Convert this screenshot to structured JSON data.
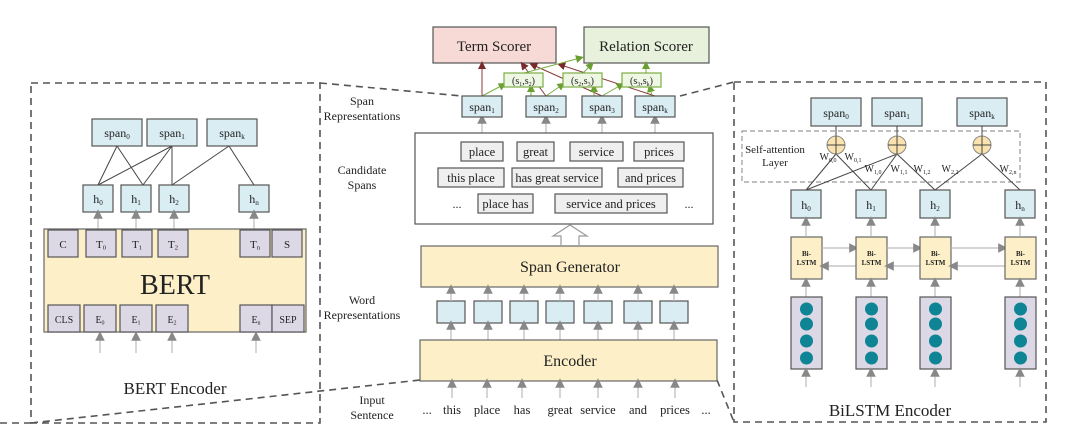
{
  "center": {
    "scorers": {
      "term": "Term Scorer",
      "relation": "Relation Scorer",
      "term_color": "#f7d9d6",
      "relation_color": "#e8f1dc"
    },
    "pairs": [
      {
        "label": "(s",
        "a": "1",
        "b": "2"
      },
      {
        "label": "(s",
        "a": "2",
        "b": "3"
      },
      {
        "label": "(s",
        "a": "3",
        "b": "k"
      }
    ],
    "span_reps": [
      {
        "base": "span",
        "sub": "1"
      },
      {
        "base": "span",
        "sub": "2"
      },
      {
        "base": "span",
        "sub": "3"
      },
      {
        "base": "span",
        "sub": "k"
      }
    ],
    "row_labels": {
      "span_reps_1": "Span",
      "span_reps_2": "Representations",
      "candidate_1": "Candidate",
      "candidate_2": "Spans",
      "word_reps_1": "Word",
      "word_reps_2": "Representations",
      "input_1": "Input",
      "input_2": "Sentence"
    },
    "candidate_spans": {
      "row1": [
        "place",
        "great",
        "service",
        "prices"
      ],
      "row2": [
        "this place",
        "has great service",
        "and prices"
      ],
      "row3": [
        "place has",
        "service and prices"
      ],
      "ellipsis": "..."
    },
    "span_generator": "Span Generator",
    "encoder": "Encoder",
    "input_tokens": [
      "...",
      "this",
      "place",
      "has",
      "great",
      "service",
      "and",
      "prices",
      "..."
    ]
  },
  "bert": {
    "title": "BERT Encoder",
    "core_label": "BERT",
    "spans": [
      {
        "base": "span",
        "sub": "0"
      },
      {
        "base": "span",
        "sub": "1"
      },
      {
        "base": "span",
        "sub": "k"
      }
    ],
    "hidden": [
      {
        "base": "h",
        "sub": "0"
      },
      {
        "base": "h",
        "sub": "1"
      },
      {
        "base": "h",
        "sub": "2"
      },
      {
        "base": "h",
        "sub": "n"
      }
    ],
    "outputs": [
      {
        "base": "C",
        "sub": ""
      },
      {
        "base": "T",
        "sub": "0"
      },
      {
        "base": "T",
        "sub": "1"
      },
      {
        "base": "T",
        "sub": "2"
      },
      {
        "base": "T",
        "sub": "n"
      },
      {
        "base": "S",
        "sub": ""
      }
    ],
    "inputs": [
      {
        "base": "CLS",
        "sub": ""
      },
      {
        "base": "E",
        "sub": "0"
      },
      {
        "base": "E",
        "sub": "1"
      },
      {
        "base": "E",
        "sub": "2"
      },
      {
        "base": "E",
        "sub": "n"
      },
      {
        "base": "SEP",
        "sub": ""
      }
    ]
  },
  "bilstm": {
    "title": "BiLSTM Encoder",
    "attention_label_1": "Self-attention",
    "attention_label_2": "Layer",
    "spans": [
      {
        "base": "span",
        "sub": "0"
      },
      {
        "base": "span",
        "sub": "1"
      },
      {
        "base": "span",
        "sub": "k"
      }
    ],
    "weights": [
      {
        "base": "W",
        "sub": "0,0"
      },
      {
        "base": "W",
        "sub": "0,1"
      },
      {
        "base": "W",
        "sub": "1,0"
      },
      {
        "base": "W",
        "sub": "1,1"
      },
      {
        "base": "W",
        "sub": "1,2"
      },
      {
        "base": "W",
        "sub": "2,2"
      },
      {
        "base": "W",
        "sub": "2,n"
      }
    ],
    "hidden": [
      {
        "base": "h",
        "sub": "0"
      },
      {
        "base": "h",
        "sub": "1"
      },
      {
        "base": "h",
        "sub": "2"
      },
      {
        "base": "h",
        "sub": "n"
      }
    ],
    "cell_label_1": "Bi-",
    "cell_label_2": "LSTM",
    "embedding_color": "#0f8494"
  }
}
